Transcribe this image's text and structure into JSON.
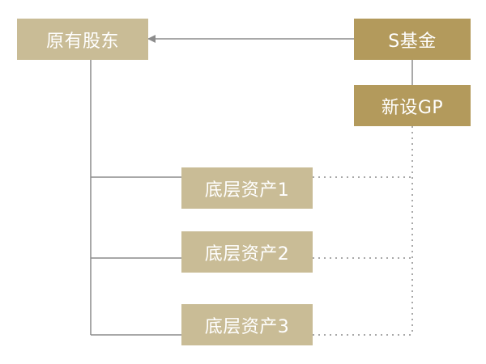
{
  "colors": {
    "light_box": "#c9bc96",
    "dark_box": "#b39a5c",
    "line": "#8c8c8c"
  },
  "nodes": {
    "original_shareholders": "原有股东",
    "s_fund": "S基金",
    "new_gp": "新设GP",
    "asset_1": "底层资产1",
    "asset_2": "底层资产2",
    "asset_3": "底层资产3"
  }
}
